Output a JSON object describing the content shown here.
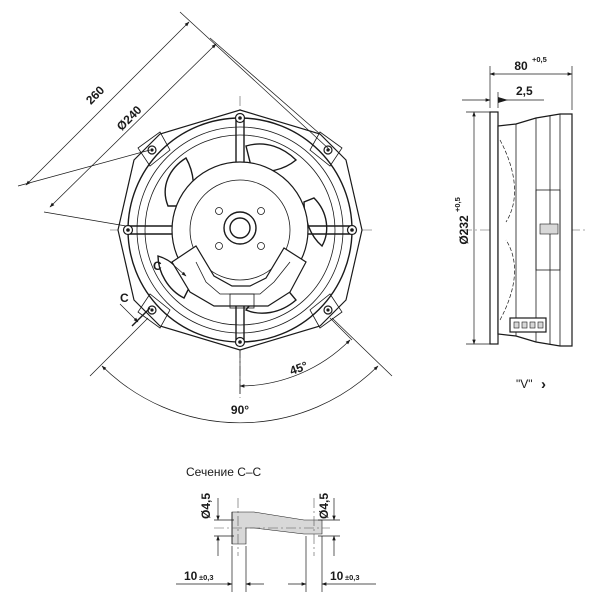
{
  "front_view": {
    "dim_overall": "260",
    "dim_blade": "Ø240",
    "section_mark": "C",
    "angle_small": "45°",
    "angle_large": "90°"
  },
  "side_view": {
    "dim_depth": "80",
    "dim_depth_tol": "+0,5",
    "dim_flange": "2,5",
    "dim_diameter": "Ø232",
    "dim_diameter_tol": "+0,5",
    "view_label": "\"V\"",
    "view_arrow": "›"
  },
  "section": {
    "title": "Сечение С–С",
    "dim_hole_left": "Ø4,5",
    "dim_hole_right": "Ø4,5",
    "dim_pos_left": "10",
    "dim_pos_left_tol": "±0,3",
    "dim_pos_right": "10",
    "dim_pos_right_tol": "±0,3"
  }
}
